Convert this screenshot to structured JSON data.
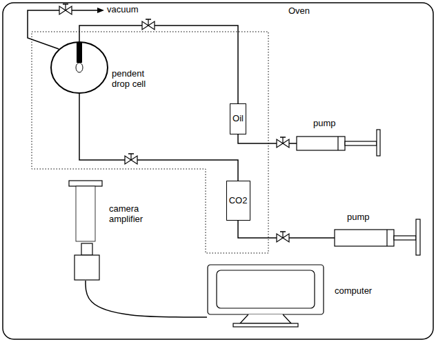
{
  "diagram": {
    "nodes": [
      {
        "text": [
          "Oven"
        ]
      },
      {
        "text": [
          "pendent drop cell"
        ],
        "in": 0
      },
      {
        "text": [
          "Oil"
        ],
        "in": 0
      },
      {
        "text": [
          "pump"
        ]
      },
      {
        "text": [
          "CO2"
        ],
        "in": 0
      },
      {
        "text": [
          "pump"
        ]
      },
      {
        "text": [
          "camera amplifier"
        ]
      },
      {
        "text": [
          "computer"
        ]
      }
    ],
    "edges": [
      {
        "from": 1,
        "to": 2,
        "arrow": "none"
      },
      {
        "from": 2,
        "to": 3,
        "arrow": "none"
      },
      {
        "from": 1,
        "to": 4,
        "arrow": "none"
      },
      {
        "from": 4,
        "to": 5,
        "arrow": "none"
      },
      {
        "from": 6,
        "to": 7,
        "arrow": "none"
      }
    ],
    "labels": [
      "vacuum"
    ]
  }
}
